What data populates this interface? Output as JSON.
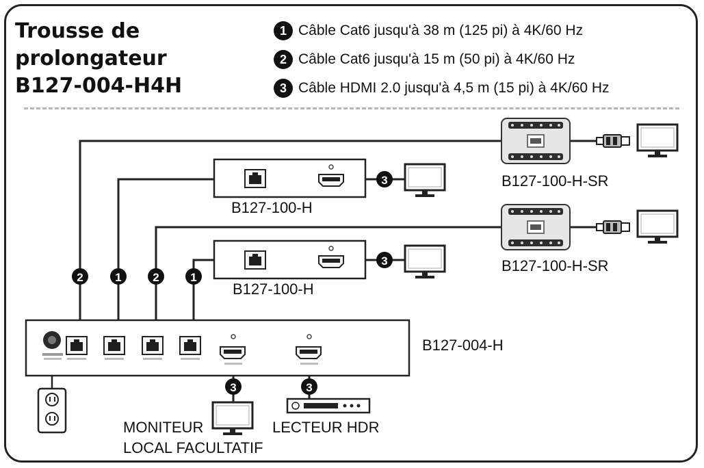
{
  "title": {
    "line1": "Trousse de",
    "line2": "prolongateur",
    "line3": "B127-004-H4H"
  },
  "legend": [
    {
      "number": "1",
      "text": "Câble Cat6 jusqu'à 38 m (125 pi) à 4K/60 Hz"
    },
    {
      "number": "2",
      "text": "Câble Cat6 jusqu'à 15 m (50 pi) à 4K/60 Hz"
    },
    {
      "number": "3",
      "text": "Câble HDMI 2.0 jusqu'à 4,5 m (15 pi) à 4K/60 Hz"
    }
  ],
  "devices": {
    "receiver_sr_top": "B127-100-H-SR",
    "receiver_top": "B127-100-H",
    "receiver_sr_bottom": "B127-100-H-SR",
    "receiver_bottom": "B127-100-H",
    "transmitter": "B127-004-H",
    "local_monitor_line1": "MONITEUR",
    "local_monitor_line2": "LOCAL FACULTATIF",
    "hdr_player": "LECTEUR HDR"
  },
  "cable_markers": {
    "cat6_long": "1",
    "cat6_short": "2",
    "hdmi": "3"
  }
}
